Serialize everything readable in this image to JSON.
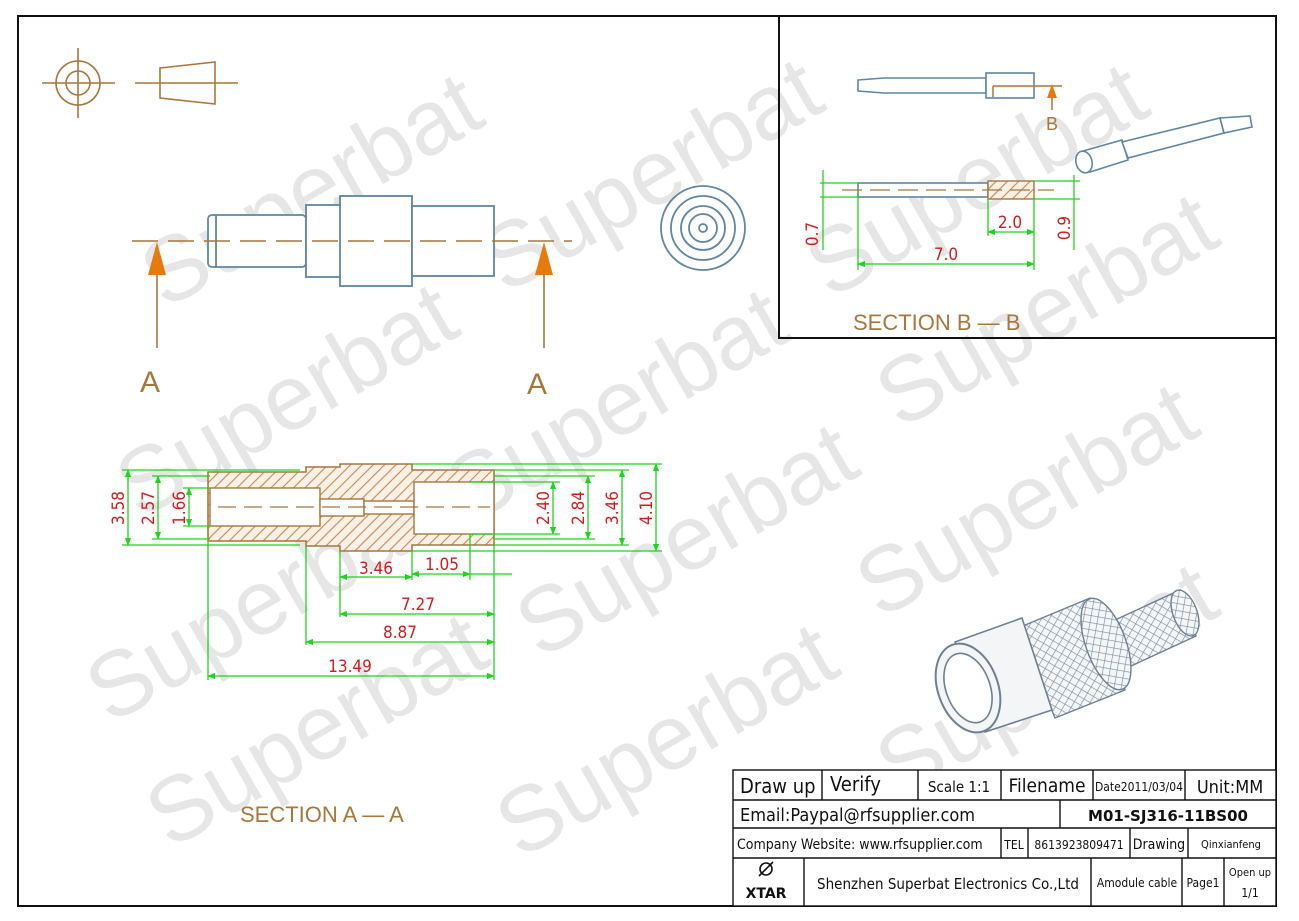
{
  "watermark": "Superbat",
  "labels": {
    "section_a_marker": "A",
    "section_b_marker": "B",
    "section_aa": "SECTION  A — A",
    "section_bb": "SECTION  B — B"
  },
  "dimensions_aa": {
    "d358": "3.58",
    "d257": "2.57",
    "d166": "1.66",
    "d240": "2.40",
    "d284": "2.84",
    "d346v": "3.46",
    "d410": "4.10",
    "d346h": "3.46",
    "d105": "1.05",
    "d727": "7.27",
    "d887": "8.87",
    "d1349": "13.49"
  },
  "dimensions_bb": {
    "d07": "0.7",
    "d20": "2.0",
    "d09": "0.9",
    "d70": "7.0"
  },
  "title_block": {
    "draw_up": "Draw up",
    "verify": "Verify",
    "scale": "Scale 1:1",
    "filename": "Filename",
    "date": "Date2011/03/04",
    "unit": "Unit:MM",
    "email": "Email:Paypal@rfsupplier.com",
    "part_number": "M01-SJ316-11BS00",
    "website": "Company Website:  www.rfsupplier.com",
    "tel_label": "TEL",
    "tel": "8613923809471",
    "drawing": "Drawing",
    "drawer": "Qinxianfeng",
    "logo": "XTAR",
    "company": "Shenzhen Superbat Electronics Co.,Ltd",
    "product": "Amodule cable",
    "page": "Page1",
    "open_up": "Open up",
    "open_up_value": "1/1"
  },
  "colors": {
    "outline": "#5f86a3",
    "dimension": "#1fd41f",
    "dim_text": "#d21c1c",
    "section": "#a9773c",
    "hatch": "#c98a50"
  }
}
